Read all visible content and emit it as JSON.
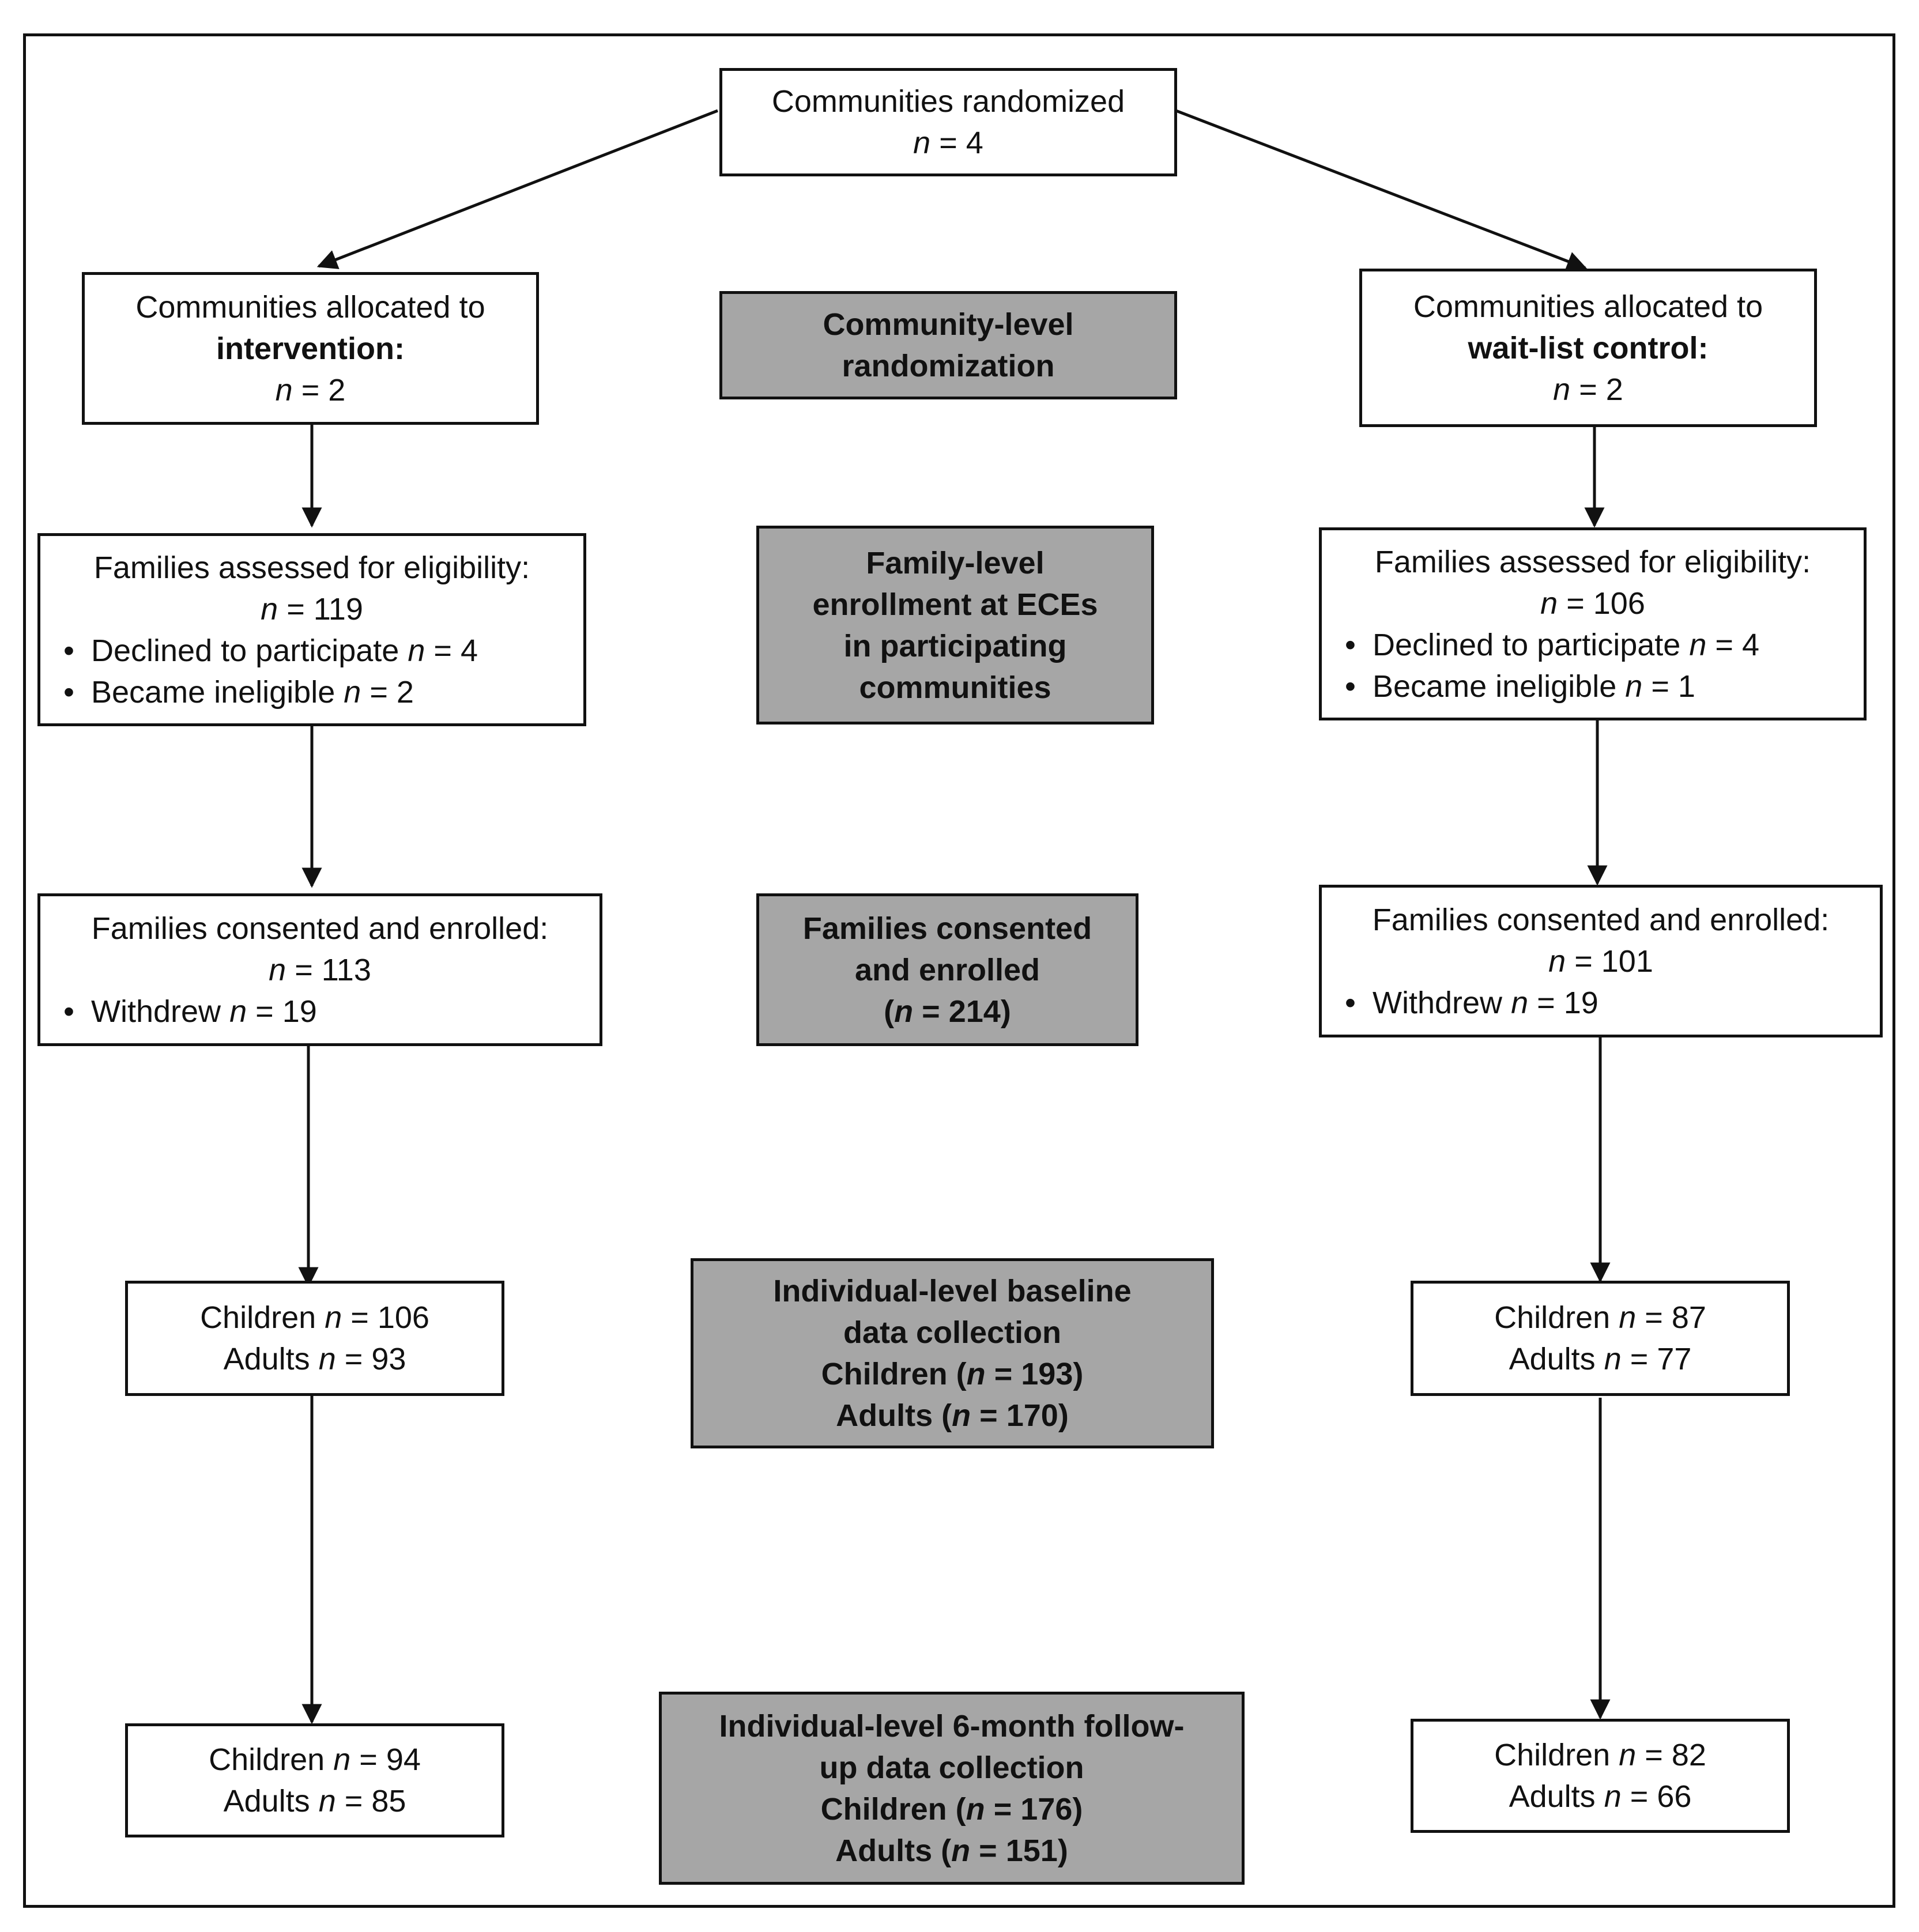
{
  "randomized": {
    "label": "Communities randomized",
    "n": "4"
  },
  "intervention": {
    "allocated": {
      "label": "Communities allocated to",
      "group": "intervention:",
      "n": "2"
    },
    "eligibility": {
      "label": "Families assessed for eligibility:",
      "n": "119",
      "declined_label": "Declined to participate",
      "declined_n": "4",
      "ineligible_label": "Became ineligible",
      "ineligible_n": "2"
    },
    "enrolled": {
      "label": "Families consented and enrolled:",
      "n": "113",
      "withdrew_label": "Withdrew",
      "withdrew_n": "19"
    },
    "baseline": {
      "children_label": "Children",
      "children_n": "106",
      "adults_label": "Adults",
      "adults_n": "93"
    },
    "followup": {
      "children_label": "Children",
      "children_n": "94",
      "adults_label": "Adults",
      "adults_n": "85"
    }
  },
  "control": {
    "allocated": {
      "label": "Communities allocated to",
      "group": "wait-list control:",
      "n": "2"
    },
    "eligibility": {
      "label": "Families assessed for eligibility:",
      "n": "106",
      "declined_label": "Declined to participate",
      "declined_n": "4",
      "ineligible_label": "Became ineligible",
      "ineligible_n": "1"
    },
    "enrolled": {
      "label": "Families consented and enrolled:",
      "n": "101",
      "withdrew_label": "Withdrew",
      "withdrew_n": "19"
    },
    "baseline": {
      "children_label": "Children",
      "children_n": "87",
      "adults_label": "Adults",
      "adults_n": "77"
    },
    "followup": {
      "children_label": "Children",
      "children_n": "82",
      "adults_label": "Adults",
      "adults_n": "66"
    }
  },
  "stages": {
    "community": {
      "line1": "Community-level",
      "line2": "randomization"
    },
    "family": {
      "line1": "Family-level",
      "line2": "enrollment at ECEs",
      "line3": "in participating",
      "line4": "communities"
    },
    "consented": {
      "line1": "Families consented",
      "line2": "and enrolled",
      "n": "214"
    },
    "baseline": {
      "line1": "Individual-level baseline",
      "line2": "data collection",
      "children_label": "Children",
      "children_n": "193",
      "adults_label": "Adults",
      "adults_n": "170"
    },
    "followup": {
      "line1": "Individual-level 6-month follow-",
      "line2": "up data collection",
      "children_label": "Children",
      "children_n": "176",
      "adults_label": "Adults",
      "adults_n": "151"
    }
  },
  "n_symbol": "n",
  "eq": "=",
  "colors": {
    "stage_fill": "#a6a6a6",
    "border": "#111111",
    "background": "#ffffff"
  }
}
